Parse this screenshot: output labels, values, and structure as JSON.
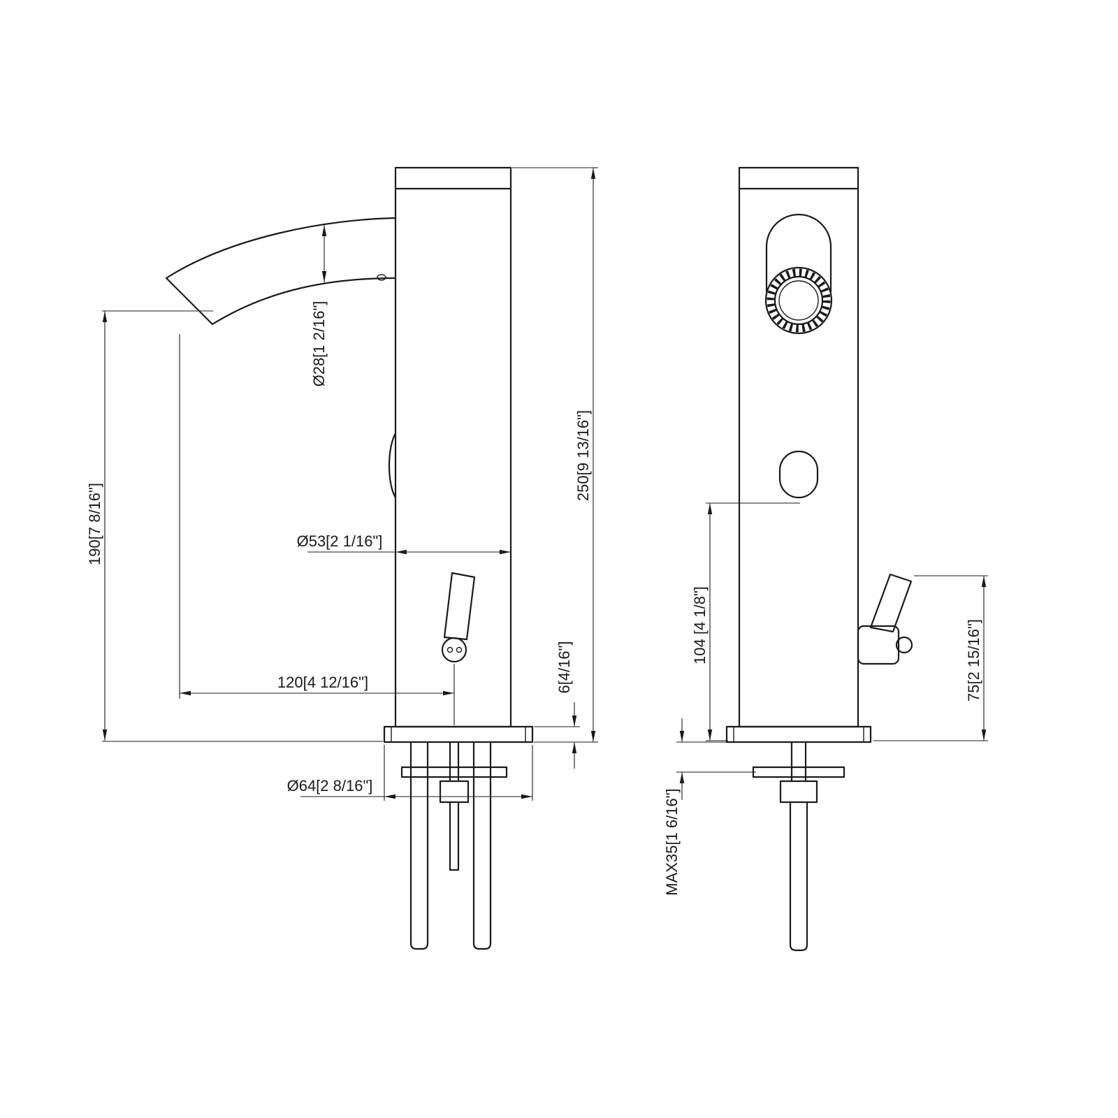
{
  "colors": {
    "line": "#1a1a1a",
    "background": "#ffffff"
  },
  "side_view": {
    "dim_spout_diameter": "Ø28[1 2/16\"]",
    "dim_spout_height": "190[7 8/16\"]",
    "dim_body_diameter": "Ø53[2 1/16\"]",
    "dim_spout_reach": "120[4 12/16\"]",
    "dim_base_thickness": "6[4/16\"]",
    "dim_total_height": "250[9 13/16\"]",
    "dim_base_diameter": "Ø64[2 8/16\"]"
  },
  "front_view": {
    "dim_sensor_height": "104 [4 1/8\"]",
    "dim_handle_height": "75[2 15/16\"]",
    "dim_max_deck_thickness": "MAX35[1 6/16\"]"
  }
}
